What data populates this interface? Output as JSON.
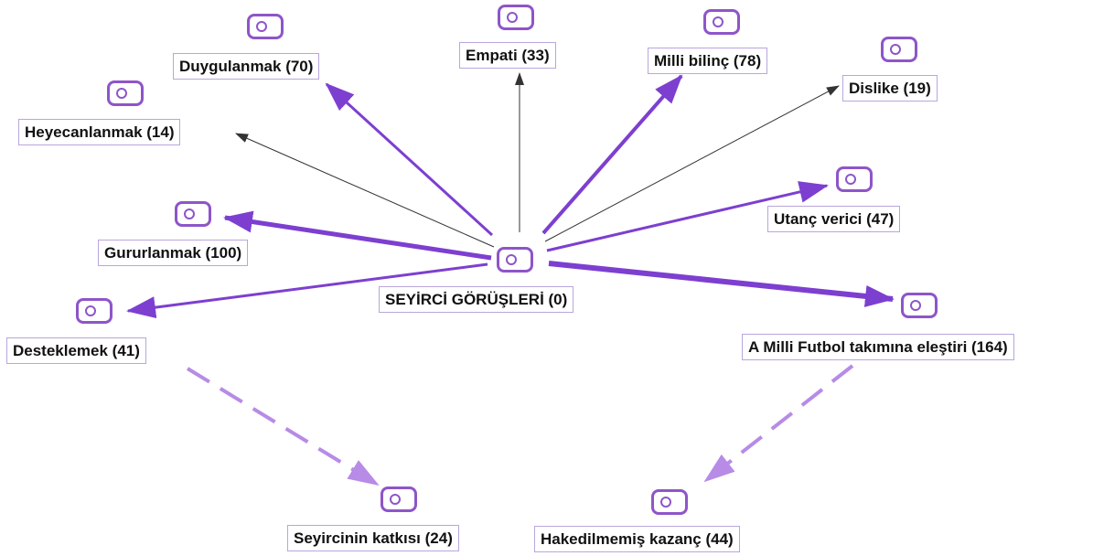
{
  "colors": {
    "strong_edge": "#7d3fd0",
    "thin_edge": "#333333",
    "dashed_edge": "#b78be6",
    "node_icon": "#8e55c9",
    "label_border": "#b9a6dc"
  },
  "icons": {
    "node": "code-tag-icon"
  },
  "nodes": {
    "root": {
      "label": "SEYİRCİ GÖRÜŞLERİ (0)"
    },
    "duygulanmak": {
      "label": "Duygulanmak (70)"
    },
    "empati": {
      "label": "Empati (33)"
    },
    "milli_bilinc": {
      "label": "Milli bilinç (78)"
    },
    "dislike": {
      "label": "Dislike (19)"
    },
    "heyecanlanmak": {
      "label": "Heyecanlanmak (14)"
    },
    "utanc_verici": {
      "label": "Utanç verici (47)"
    },
    "gururlanmak": {
      "label": "Gururlanmak (100)"
    },
    "desteklemek": {
      "label": "Desteklemek (41)"
    },
    "elestiri": {
      "label": "A Milli Futbol takımına eleştiri (164)"
    },
    "seyircinin_katkisi": {
      "label": "Seyircinin katkısı  (24)"
    },
    "hakedilmemis_kazanc": {
      "label": "Hakedilmemiş kazanç (44)"
    }
  }
}
